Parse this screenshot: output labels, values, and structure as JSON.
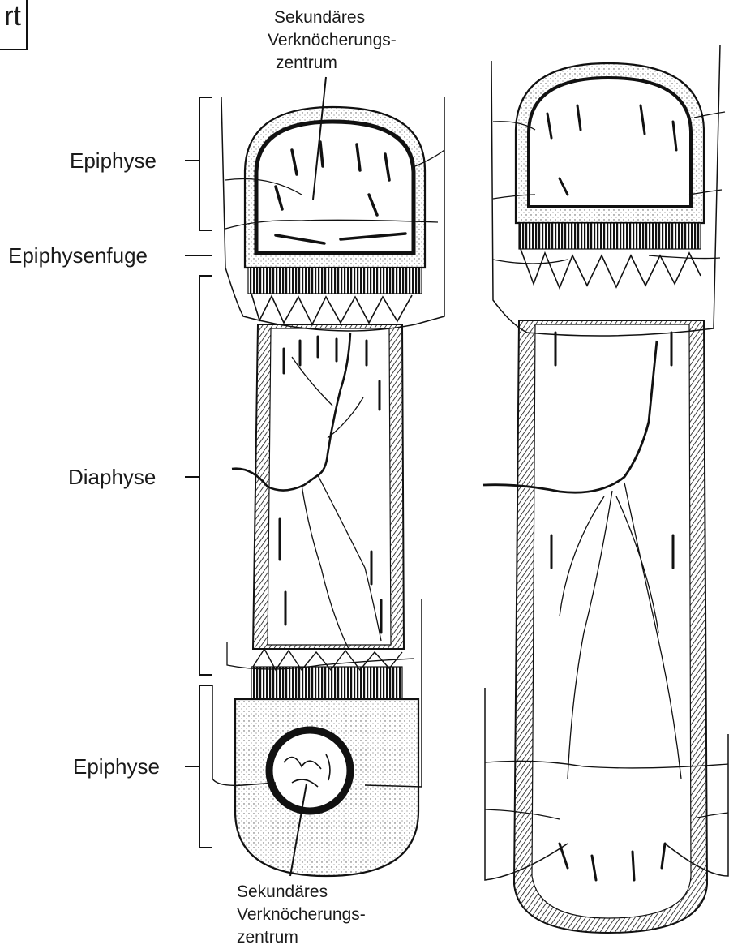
{
  "figure": {
    "corner_fragment": "rt",
    "labels": {
      "epiphyse_top": "Epiphyse",
      "epiphysenfuge": "Epiphysenfuge",
      "diaphyse": "Diaphyse",
      "epiphyse_bottom": "Epiphyse"
    },
    "top_caption": [
      "Sekundäres",
      "Verknöcherungs-",
      "zentrum"
    ],
    "bottom_caption": [
      "Sekundäres",
      "Verknöcherungs-",
      "zentrum"
    ]
  }
}
